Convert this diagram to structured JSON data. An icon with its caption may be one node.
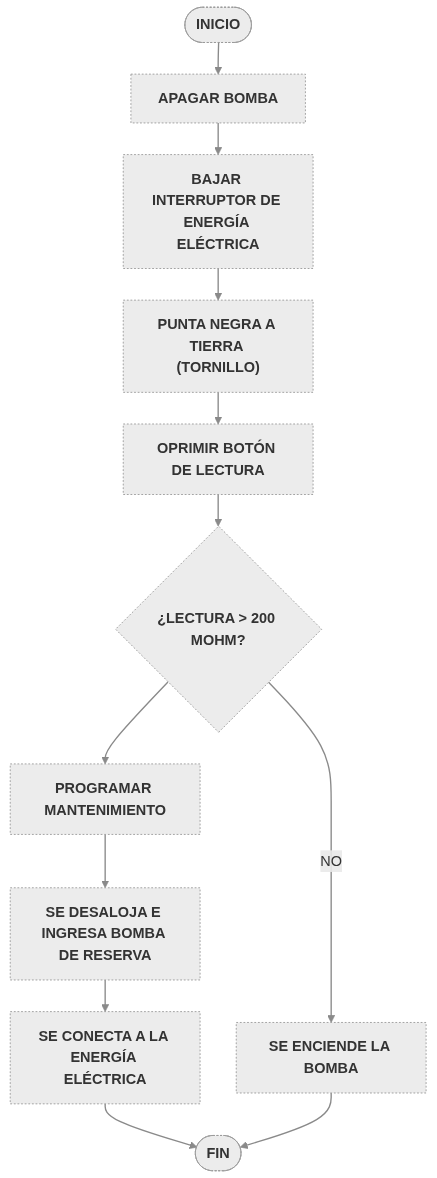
{
  "diagram": {
    "nodes": [
      {
        "text": [
          "INICIO"
        ]
      },
      {
        "text": [
          "APAGAR BOMBA"
        ]
      },
      {
        "text": [
          "BAJAR INTERRUPTOR DE ENERGÍA ELÉCTRICA"
        ]
      },
      {
        "text": [
          "PUNTA NEGRA A TIERRA (TORNILLO)"
        ]
      },
      {
        "text": [
          "OPRIMIR BOTÓN DE LECTURA"
        ]
      },
      {
        "text": [
          "¿LECTURA > 200 MOHM?"
        ]
      },
      {
        "text": [
          "SE ENCIENDE LA BOMBA"
        ]
      },
      {
        "text": [
          "PROGRAMAR MANTENIMIENTO"
        ]
      },
      {
        "text": [
          "SE DESALOJA E INGRESA BOMBA DE RESERVA"
        ]
      },
      {
        "text": [
          "SE CONECTA A LA ENERGÍA ELÉCTRICA"
        ]
      },
      {
        "text": [
          "FIN"
        ]
      }
    ],
    "edges": [
      {
        "from": 0,
        "to": 1,
        "arrow": "to"
      },
      {
        "from": 1,
        "to": 2,
        "arrow": "to"
      },
      {
        "from": 2,
        "to": 3,
        "arrow": "to"
      },
      {
        "from": 3,
        "to": 4,
        "arrow": "to"
      },
      {
        "from": 4,
        "to": 5,
        "arrow": "to"
      },
      {
        "from": 5,
        "to": 6,
        "label": "NO",
        "arrow": "to"
      },
      {
        "from": 5,
        "to": 7,
        "arrow": "to"
      },
      {
        "from": 7,
        "to": 8,
        "arrow": "to"
      },
      {
        "from": 8,
        "to": 9,
        "arrow": "to"
      },
      {
        "from": 9,
        "to": 10,
        "arrow": "to"
      },
      {
        "from": 6,
        "to": 10,
        "arrow": "to"
      }
    ]
  }
}
